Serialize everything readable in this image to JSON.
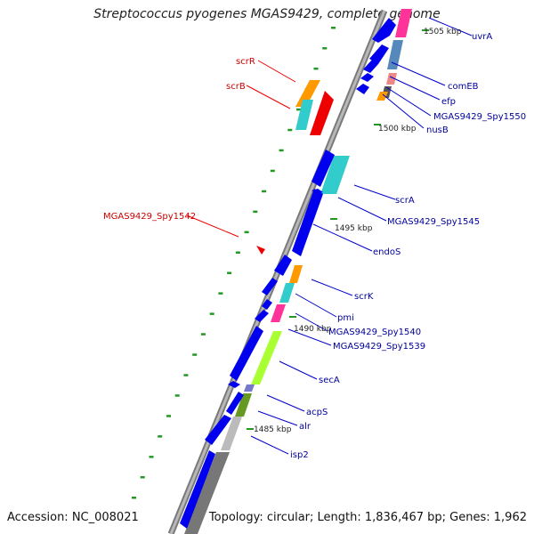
{
  "title": "Streptococcus pyogenes MGAS9429, complete genome",
  "footer": {
    "accession": "Accession: NC_008021",
    "topology": "Topology: circular; Length: 1,836,467 bp; Genes: 1,962"
  },
  "ticks": [
    "1505 kbp",
    "1500 kbp",
    "1495 kbp",
    "1490 kbp",
    "1485 kbp"
  ],
  "features": [
    {
      "label": "uvrA",
      "color": "#000099"
    },
    {
      "label": "scrR",
      "color": "#cc0000"
    },
    {
      "label": "scrB",
      "color": "#cc0000"
    },
    {
      "label": "comEB",
      "color": "#000099"
    },
    {
      "label": "efp",
      "color": "#000099"
    },
    {
      "label": "MGAS9429_Spy1550",
      "color": "#000099"
    },
    {
      "label": "nusB",
      "color": "#000099"
    },
    {
      "label": "scrA",
      "color": "#000099"
    },
    {
      "label": "MGAS9429_Spy1542",
      "color": "#cc0000"
    },
    {
      "label": "MGAS9429_Spy1545",
      "color": "#000099"
    },
    {
      "label": "endoS",
      "color": "#000099"
    },
    {
      "label": "scrK",
      "color": "#000099"
    },
    {
      "label": "pmi",
      "color": "#000099"
    },
    {
      "label": "MGAS9429_Spy1540",
      "color": "#000099"
    },
    {
      "label": "MGAS9429_Spy1539",
      "color": "#000099"
    },
    {
      "label": "secA",
      "color": "#000099"
    },
    {
      "label": "acpS",
      "color": "#000099"
    },
    {
      "label": "alr",
      "color": "#000099"
    },
    {
      "label": "isp2",
      "color": "#000099"
    }
  ],
  "colors": {
    "backbone": "#8c8c8c",
    "cds": "#0000ee",
    "cyan": "#33cccc",
    "orange": "#ff9900",
    "red": "#ee0000",
    "magenta": "#ff3399",
    "lime": "#aaff33",
    "olive": "#669922",
    "gc_dots": "#229922"
  }
}
